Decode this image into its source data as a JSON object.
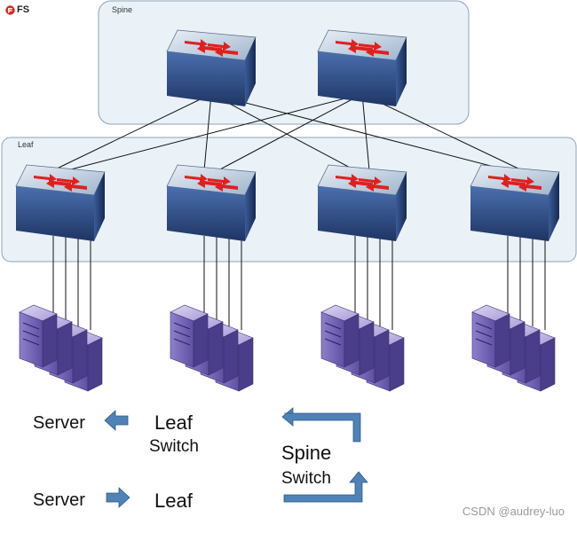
{
  "brand": {
    "logo_text": "FS"
  },
  "zones": {
    "spine_label": "Spine",
    "leaf_label": "Leaf"
  },
  "topology": {
    "spine_count": 2,
    "leaf_count": 4,
    "uplinks_per_leaf": 2,
    "server_links_per_leaf": 4,
    "servers_per_group": 4
  },
  "legend": {
    "row1_left": "Server",
    "row1_right_line1": "Leaf",
    "row1_right_line2": "Switch",
    "row2_left": "Server",
    "row2_right": "Leaf",
    "spine_line1": "Spine",
    "spine_line2": "Switch"
  },
  "watermark": "CSDN @audrey-luo",
  "colors": {
    "zone_fill": "#eaf2f8",
    "zone_border": "#8fa3b5",
    "switch_top": "#c9d6e4",
    "switch_side": "#2d4f8e",
    "arrow_red": "#e0201e",
    "server_purple": "#7f6fbe",
    "legend_arrow": "#4f82b5"
  }
}
